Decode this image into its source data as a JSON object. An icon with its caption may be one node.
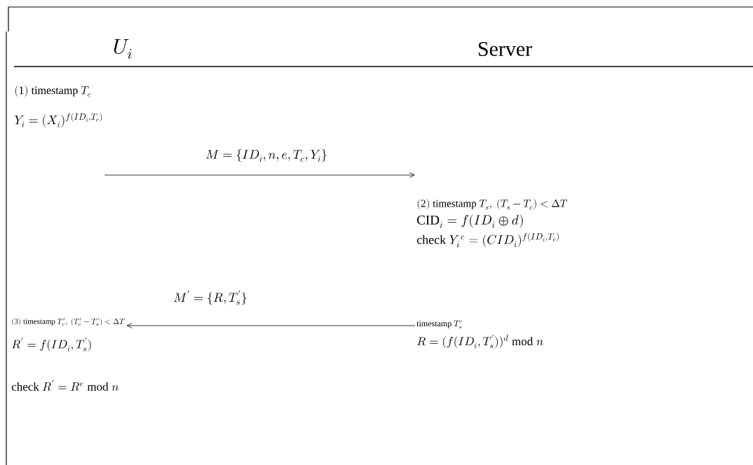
{
  "diagram": {
    "nodes": [
      {
        "text": [
          "U_i"
        ]
      },
      {
        "text": [
          "\\mathrm{Server}"
        ]
      },
      {
        "text": [
          "\\mathrm{(1)\\ timestamp}\\ T_c",
          "Y_i=(X_i)^{f(ID_i,T_c)}"
        ]
      },
      {
        "text": [
          "\\mathrm{(2)\\ timestamp}\\ T_s,\\ (T_s-T_c)<\\Delta T",
          "\\mathrm{CID}_i=f(ID_i\\oplus d)",
          "\\mathrm{check}\\ Y_i^{\\,e}=(CID_i)^{f(ID_i,T_c)}"
        ]
      },
      {
        "text": [
          "\\mathrm{timestamp}\\ T'_s",
          "R=(f(ID_i,T'_s))^d \\bmod n"
        ]
      },
      {
        "text": [
          "\\mathrm{(3)\\ timestamp}\\ T'_c,\\ (T'_c-T'_s)<\\Delta T",
          "R'=f(ID_i,T'_s)",
          "\\mathrm{check}\\ R'=R^e \\bmod n"
        ]
      }
    ],
    "edges": [
      {
        "from": 2,
        "to": 3,
        "arrow": "to",
        "label": "M=\\{ID_i,n,e,T_c,Y_i\\}"
      },
      {
        "from": 4,
        "to": 5,
        "arrow": "to",
        "label": "M'=\\{R,T'_s\\}"
      }
    ]
  }
}
